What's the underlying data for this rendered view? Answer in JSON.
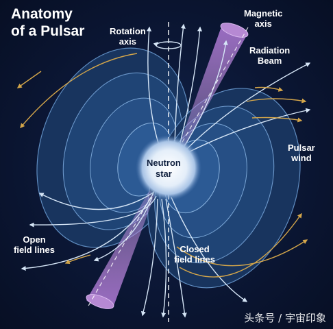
{
  "title": {
    "line1": "Anatomy",
    "line2": "of a Pulsar"
  },
  "labels": {
    "rotation_axis": {
      "line1": "Rotation",
      "line2": "axis"
    },
    "magnetic_axis": {
      "line1": "Magnetic",
      "line2": "axis"
    },
    "radiation_beam": {
      "line1": "Radiation",
      "line2": "Beam"
    },
    "pulsar_wind": {
      "line1": "Pulsar",
      "line2": "wind"
    },
    "neutron_star": {
      "line1": "Neutron",
      "line2": "star"
    },
    "open_field_lines": {
      "line1": "Open",
      "line2": "field lines"
    },
    "closed_field_lines": {
      "line1": "Closed",
      "line2": "field lines"
    }
  },
  "watermark": "头条号 / 宇宙印象",
  "colors": {
    "background": "#0c1838",
    "field_loop": "#1d3f6e",
    "field_line": "#d6e6f7",
    "pulsar_wind": "#d4a64a",
    "beam": "#b88ad6",
    "star": "#d8e8f6",
    "text": "#ffffff"
  }
}
